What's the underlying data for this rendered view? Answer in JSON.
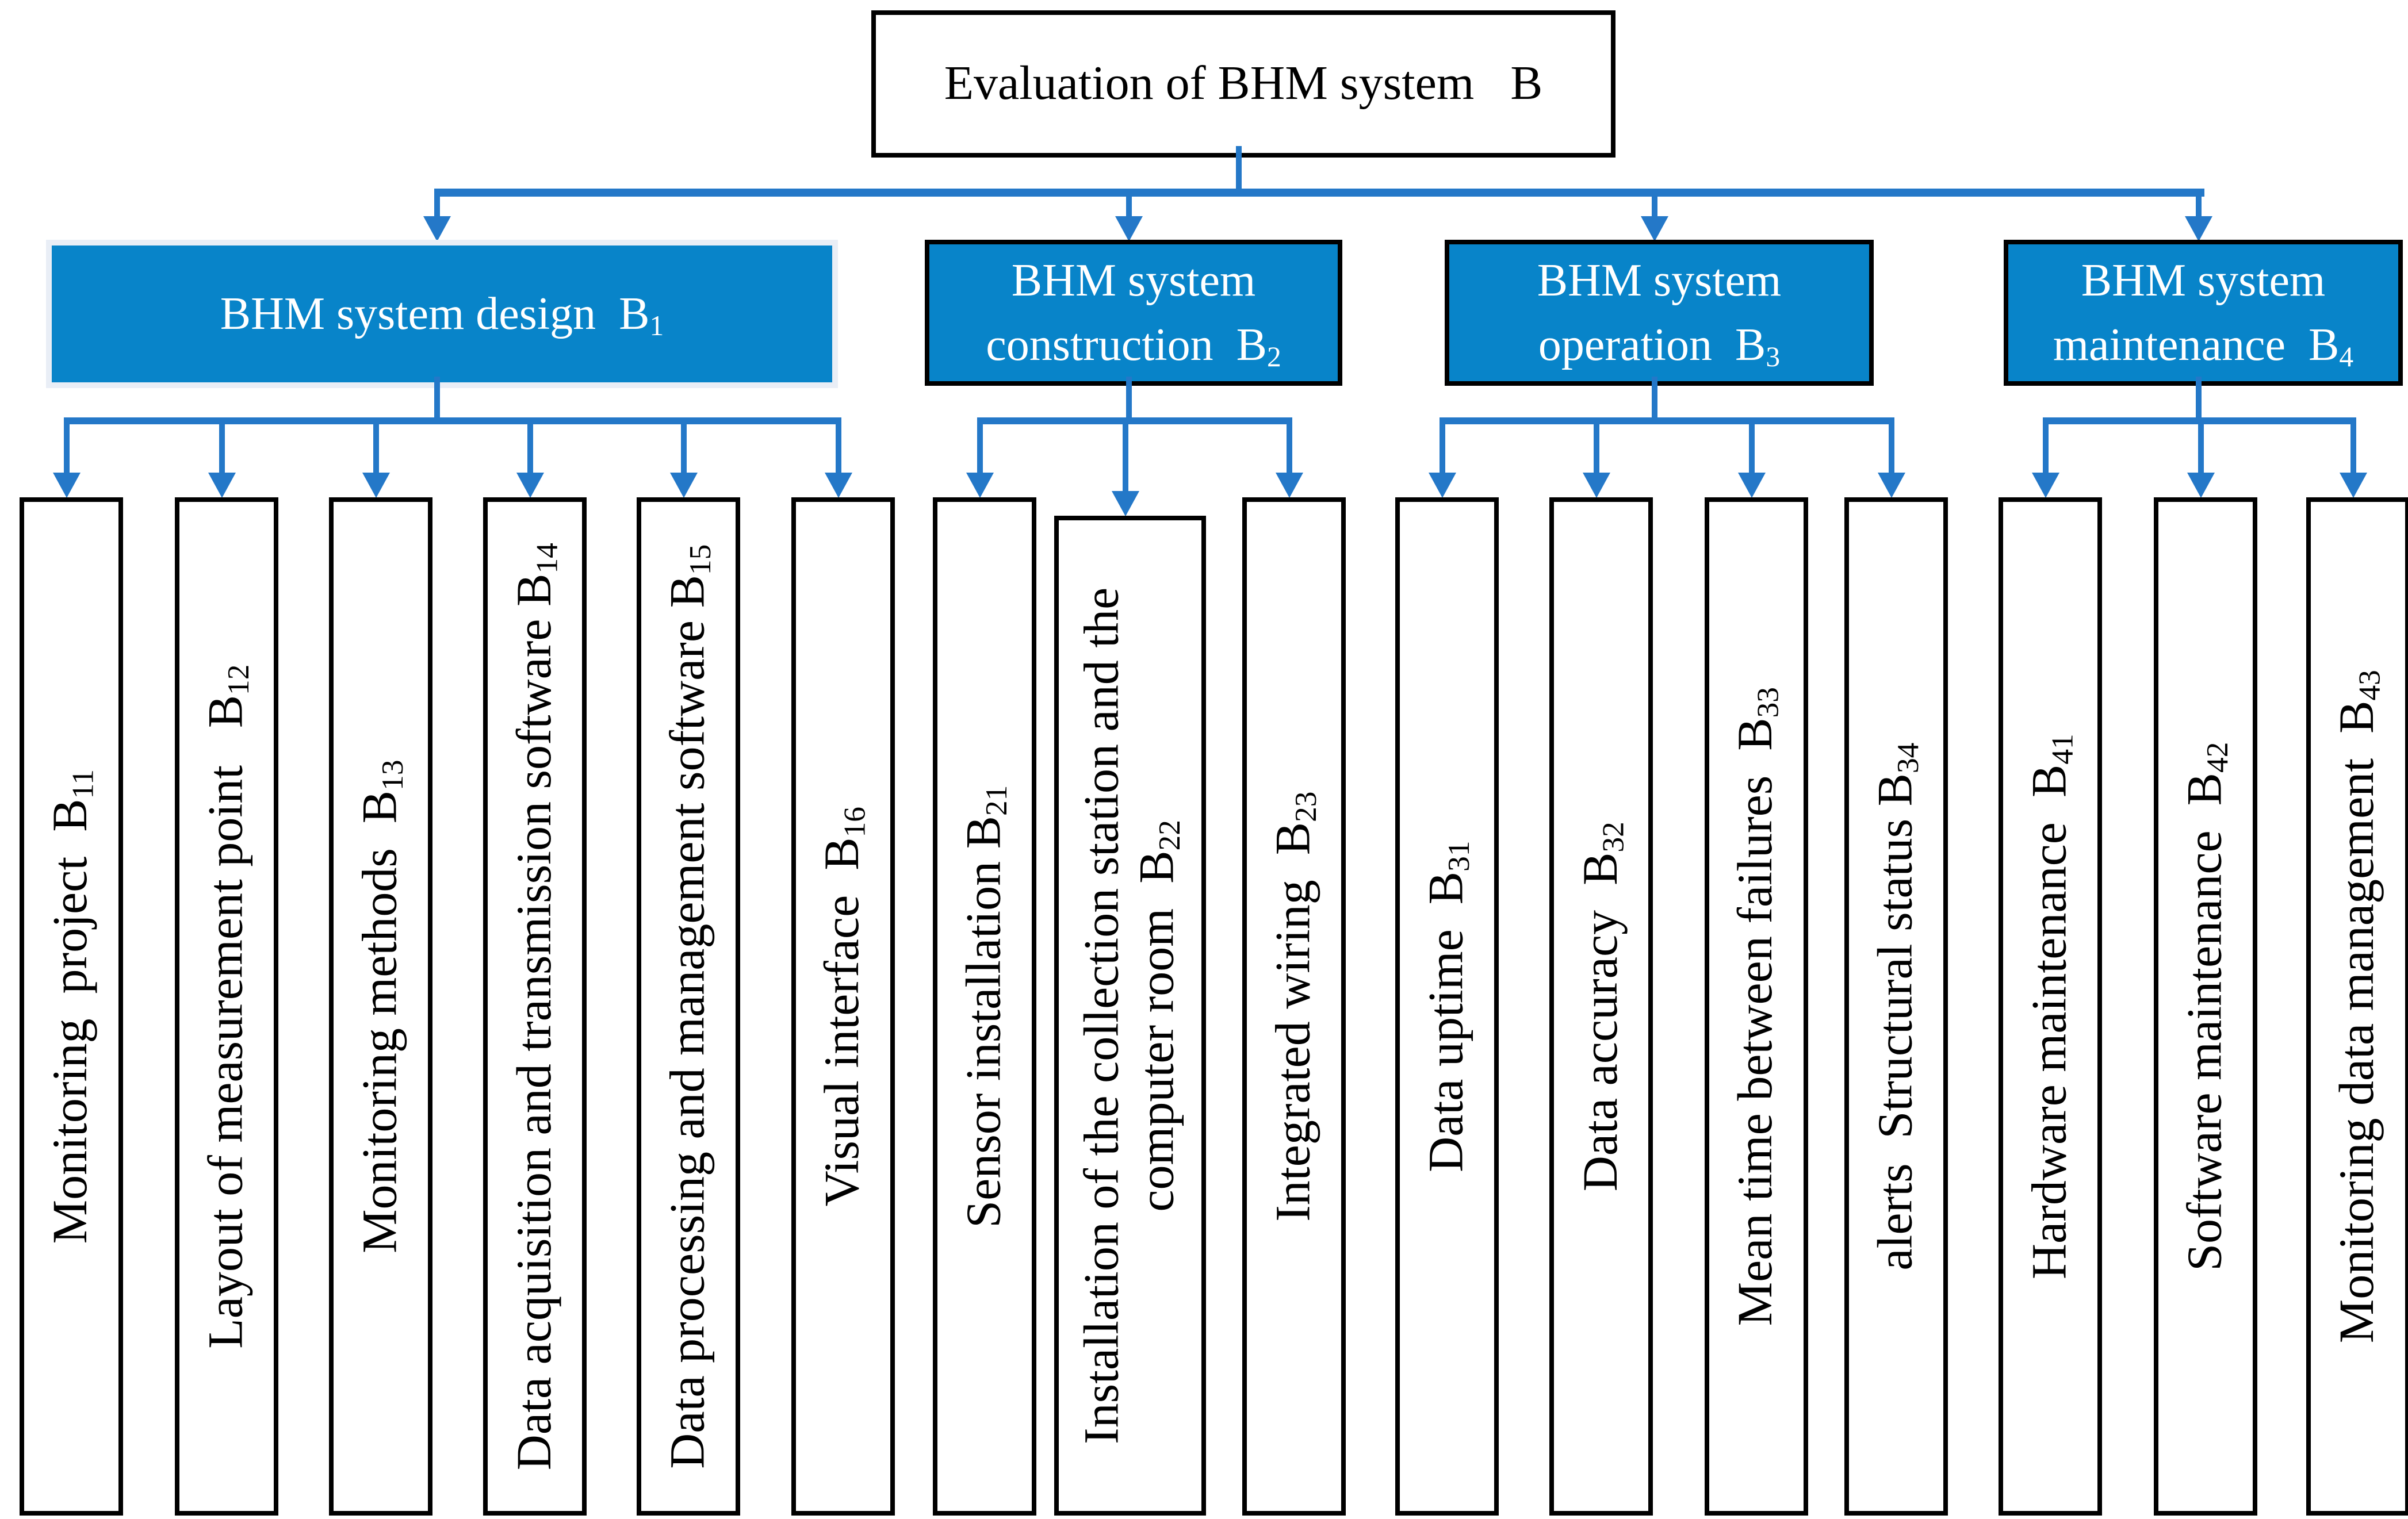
{
  "colors": {
    "box_fill": "#0884c9",
    "connector_blue": "#2478c8",
    "outline_black": "#000000",
    "design_box_edge": "#e9eef6",
    "text_on_blue": "#ffffff"
  },
  "root": {
    "label": "Evaluation of BHM system   B",
    "sub": ""
  },
  "groups": [
    {
      "label": "BHM system design  B",
      "sub": "1",
      "children": [
        {
          "label": "Monitoring  project  B",
          "sub": "11"
        },
        {
          "label": "Layout of measurement point   B",
          "sub": "12"
        },
        {
          "label": "Monitoring methods  B",
          "sub": "13"
        },
        {
          "label": "Data acquisition and transmission software B",
          "sub": "14"
        },
        {
          "label": "Data processing and management software B",
          "sub": "15"
        },
        {
          "label": "Visual interface  B",
          "sub": "16"
        }
      ]
    },
    {
      "label": "BHM system\nconstruction  B",
      "sub": "2",
      "children": [
        {
          "label": "Sensor installation B",
          "sub": "21"
        },
        {
          "label": "Installation of the collection station and the\ncomputer room  B",
          "sub": "22"
        },
        {
          "label": "Integrated wiring  B",
          "sub": "23"
        }
      ]
    },
    {
      "label": "BHM system\noperation  B",
      "sub": "3",
      "children": [
        {
          "label": "Data uptime  B",
          "sub": "31"
        },
        {
          "label": "Data accuracy  B",
          "sub": "32"
        },
        {
          "label": "Mean time between failures  B",
          "sub": "33"
        },
        {
          "label": "alerts  Structural status B",
          "sub": "34"
        }
      ]
    },
    {
      "label": "BHM system\nmaintenance  B",
      "sub": "4",
      "children": [
        {
          "label": "Hardware maintenance  B",
          "sub": "41"
        },
        {
          "label": "Software maintenance  B",
          "sub": "42"
        },
        {
          "label": "Monitoring data management  B",
          "sub": "43"
        }
      ]
    }
  ]
}
